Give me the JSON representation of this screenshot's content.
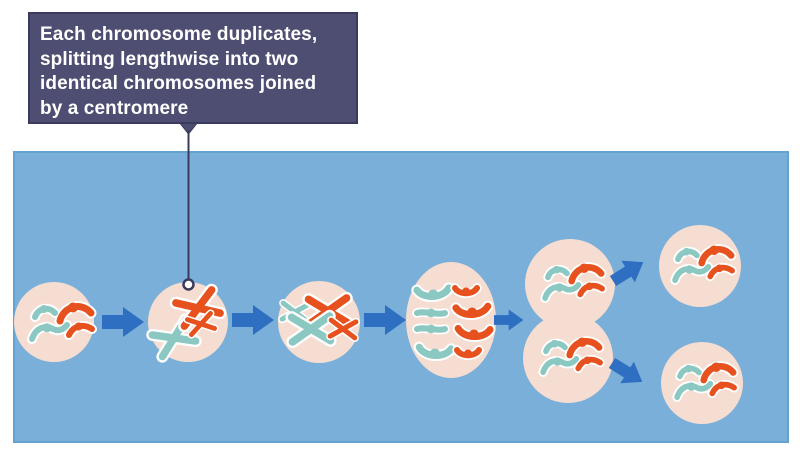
{
  "callout": {
    "text": "Each chromosome duplicates,\nsplitting lengthwise into two\nidentical chromosomes joined\nby a centromere"
  },
  "stages": [
    {
      "name": "parent-cell-with-uncoiled-chromosomes"
    },
    {
      "name": "cell-with-duplicated-x-chromosomes"
    },
    {
      "name": "cell-with-chromosomes-lined-up"
    },
    {
      "name": "cell-with-chromatids-pulled-apart"
    },
    {
      "name": "cell-pinching-into-two"
    },
    {
      "name": "daughter-cell-top"
    },
    {
      "name": "daughter-cell-bottom"
    }
  ],
  "colors": {
    "panel_blue": "#79afd9",
    "panel_border": "#66a2d0",
    "cell_fill": "#f6ddd1",
    "chromosome_orange": "#e7511e",
    "chromosome_teal": "#8bc8c1",
    "chromosome_outline": "#ffffff",
    "arrow_blue": "#2e6fc2",
    "callout_fill": "#4e4e72",
    "callout_border": "#3a3a5c",
    "callout_text_color": "#ffffff",
    "pointer_line": "#3a3a5c"
  }
}
